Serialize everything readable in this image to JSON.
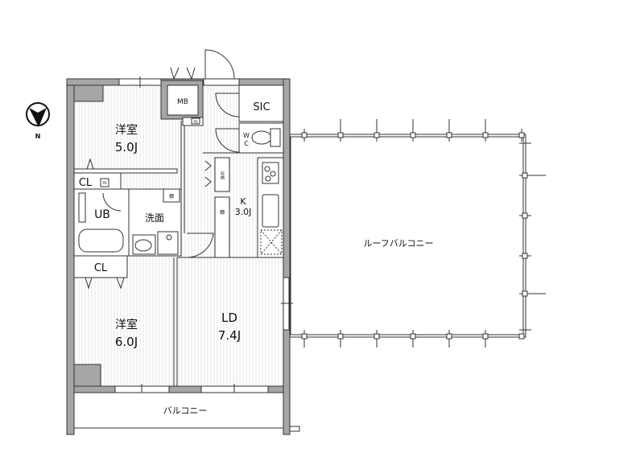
{
  "compass": {
    "label": "N"
  },
  "rooms": {
    "bedroom1": {
      "name": "洋室",
      "size": "5.0J"
    },
    "bedroom2": {
      "name": "洋室",
      "size": "6.0J"
    },
    "ld": {
      "name": "LD",
      "size": "7.4J"
    },
    "kitchen": {
      "name": "K",
      "size": "3.0J"
    },
    "ub": "UB",
    "washroom": "洗面",
    "cl_upper": "CL",
    "cl_lower": "CL",
    "sic": "SIC",
    "wc_w": "W",
    "wc_c": "C",
    "mb": "MB",
    "ps1": "PS",
    "ps2": "PS",
    "shelf1": "棚",
    "shelf2": "棚",
    "storage": "収納"
  },
  "balcony": "バルコニー",
  "roof_balcony": "ルーフバルコニー"
}
